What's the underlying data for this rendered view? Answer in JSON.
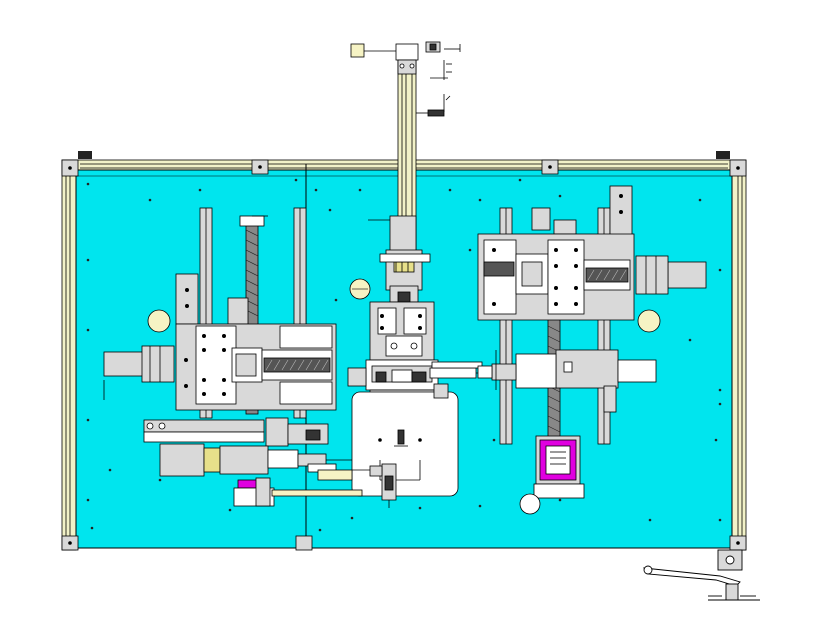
{
  "colors": {
    "background": "#ffffff",
    "plate": "#00e5ee",
    "steel": "#d9d9d9",
    "rail": "#f2f2c8",
    "line": "#000000",
    "magenta": "#e000e0",
    "olive": "#e7e08a",
    "pale": "#f6f3c4"
  },
  "drawing": {
    "left_module": {
      "name": "left-xy-slide-module"
    },
    "center_module": {
      "name": "center-press-module"
    },
    "right_module": {
      "name": "right-xy-slide-module"
    },
    "mast": {
      "name": "vertical-mast"
    },
    "linkage": {
      "name": "foot-linkage"
    }
  }
}
